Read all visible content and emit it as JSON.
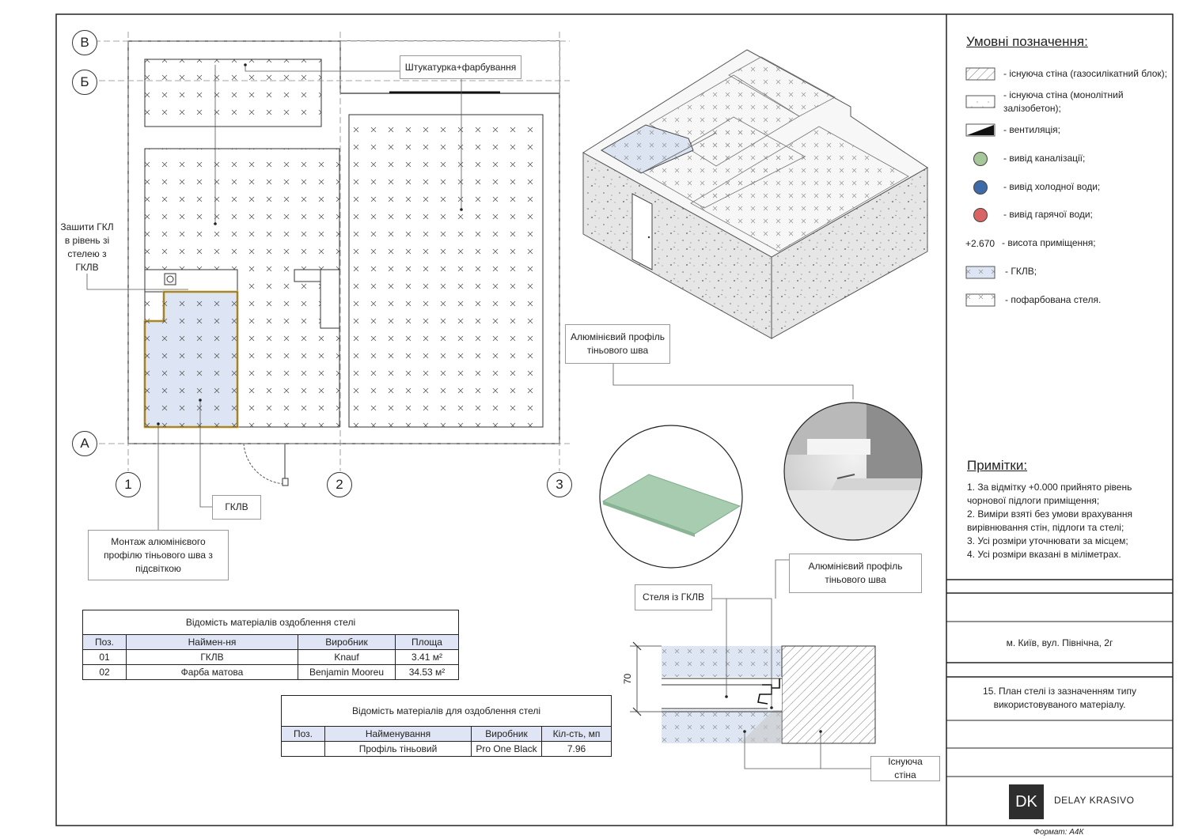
{
  "plan": {
    "axes": {
      "b_upper": "В",
      "b": "Б",
      "a": "А",
      "c1": "1",
      "c2": "2",
      "c3": "3"
    },
    "callout_plaster": "Штукатурка+фарбування",
    "callout_sew": [
      "Зашити ГКЛ",
      "в рівень зі",
      "стелею з",
      "ГКЛВ"
    ],
    "callout_gklv": "ГКЛВ",
    "callout_mount": [
      "Монтаж алюмінієвого",
      "профілю тіньового шва з",
      "підсвіткою"
    ]
  },
  "iso": {
    "callout_profile": [
      "Алюмінієвий профіль",
      "тіньового шва"
    ]
  },
  "detail": {
    "callout_ceiling": "Стеля із ГКЛВ",
    "callout_profile": [
      "Алюмінієвий профіль",
      "тіньового шва"
    ],
    "dimension": "70",
    "callout_wall": "Існуюча стіна"
  },
  "table1": {
    "title": "Відомість матеріалів оздоблення стелі",
    "headers": [
      "Поз.",
      "Наймен-ня",
      "Виробник",
      "Площа"
    ],
    "rows": [
      [
        "01",
        "ГКЛВ",
        "Knauf",
        "3.41 м²"
      ],
      [
        "02",
        "Фарба матова",
        "Benjamin Mooreu",
        "34.53 м²"
      ]
    ]
  },
  "table2": {
    "title": "Відомість матеріалів для оздоблення стелі",
    "headers": [
      "Поз.",
      "Найменування",
      "Виробник",
      "Кіл-сть, мп"
    ],
    "rows": [
      [
        "",
        "Профіль тіньовий",
        "Pro One Black",
        "7.96"
      ]
    ]
  },
  "legend": {
    "title": "Умовні позначення:",
    "items": [
      {
        "text": "- існуюча стіна (газосилікатний блок);",
        "icon": "hatch-swatch"
      },
      {
        "text": "- існуюча стіна (монолітний",
        "text2": "залізобетон);",
        "icon": "concrete-swatch"
      },
      {
        "text": "- вентиляція;",
        "icon": "ventilation-swatch"
      },
      {
        "text": "- вивід каналізації;",
        "icon": "sewer-dot",
        "color": "#a6c79a"
      },
      {
        "text": "- вивід холодної води;",
        "icon": "cold-water-dot",
        "color": "#3f6aa8"
      },
      {
        "text": "- вивід гарячої води;",
        "icon": "hot-water-dot",
        "color": "#d86464"
      },
      {
        "text": "- висота приміщення;",
        "marker": "+2.670"
      },
      {
        "text": "- ГКЛВ;",
        "icon": "gklv-swatch"
      },
      {
        "text": "- пофарбована стеля.",
        "icon": "painted-ceiling-swatch"
      }
    ]
  },
  "notes": {
    "title": "Примітки:",
    "lines": [
      "1. За відмітку +0.000 прийнято рівень",
      "чорнової підлоги приміщення;",
      "2. Виміри взяті без умови врахування",
      "вирівнювання стін, підлоги та стелі;",
      "3. Усі розміри уточнювати за місцем;",
      "4. Усі розміри вказані в міліметрах."
    ]
  },
  "titleblock": {
    "address": "м. Київ, вул. Північна, 2г",
    "sheet_title_1": "15. План стелі із зазначенням типу",
    "sheet_title_2": "використовуваного матеріалу.",
    "logo": "DK",
    "company": "DELAY KRASIVO",
    "format": "Формат: А4К"
  },
  "colors": {
    "gklv_fill": "#dde5f4",
    "profile_outline": "#e0b84a",
    "board_green": "#9cc6a6"
  }
}
